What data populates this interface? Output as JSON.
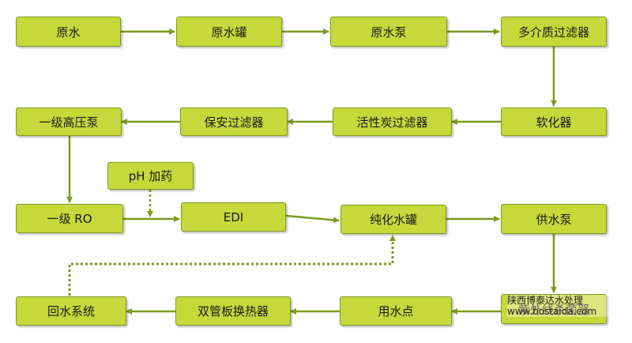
{
  "nodes": {
    "raw_water": "原水",
    "raw_water_tank": "原水罐",
    "raw_water_pump": "原水泵",
    "multimedia_filter": "多介质过滤器",
    "softener": "软化器",
    "activated_carbon_filter": "活性炭过滤器",
    "security_filter": "保安过滤器",
    "first_stage_hp_pump": "一级高压泵",
    "ph_dosing": "pH 加药",
    "first_stage_ro": "一级 RO",
    "edi": "EDI",
    "pure_water_tank": "纯化水罐",
    "supply_pump": "供水泵",
    "sterilizer": "紫外线杀菌器",
    "use_point": "用水点",
    "heat_exchanger": "双管板换热器",
    "return_system": "回水系统"
  },
  "watermark": {
    "line1": "陕西博泰达水处理",
    "line2": "www.bostaida.com"
  },
  "colors": {
    "node_fill": "#c6d93a",
    "node_border": "#7d9a20",
    "arrow": "#7d9a20"
  }
}
